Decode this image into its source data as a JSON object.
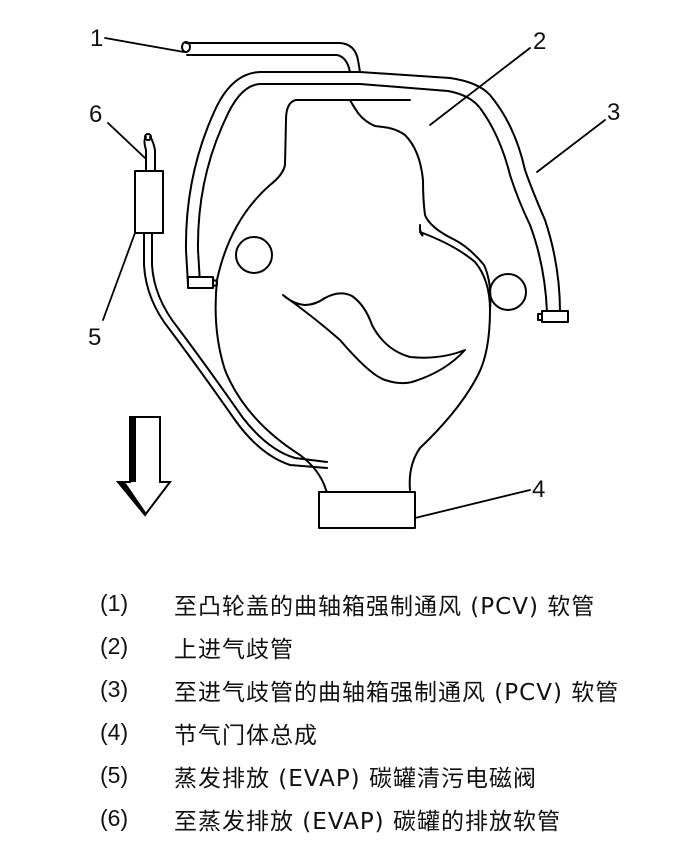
{
  "diagram": {
    "callouts": [
      {
        "id": "1",
        "label": "1"
      },
      {
        "id": "2",
        "label": "2"
      },
      {
        "id": "3",
        "label": "3"
      },
      {
        "id": "4",
        "label": "4"
      },
      {
        "id": "5",
        "label": "5"
      },
      {
        "id": "6",
        "label": "6"
      }
    ],
    "direction_arrow": "front-direction-arrow-down",
    "line_color": "#000000",
    "background": "#ffffff"
  },
  "legend": {
    "items": [
      {
        "num": "(1)",
        "text": "至凸轮盖的曲轴箱强制通风 (PCV) 软管"
      },
      {
        "num": "(2)",
        "text": "上进气歧管"
      },
      {
        "num": "(3)",
        "text": "至进气歧管的曲轴箱强制通风 (PCV) 软管"
      },
      {
        "num": "(4)",
        "text": "节气门体总成"
      },
      {
        "num": "(5)",
        "text": "蒸发排放 (EVAP) 碳罐清污电磁阀"
      },
      {
        "num": "(6)",
        "text": "至蒸发排放 (EVAP) 碳罐的排放软管"
      }
    ]
  }
}
